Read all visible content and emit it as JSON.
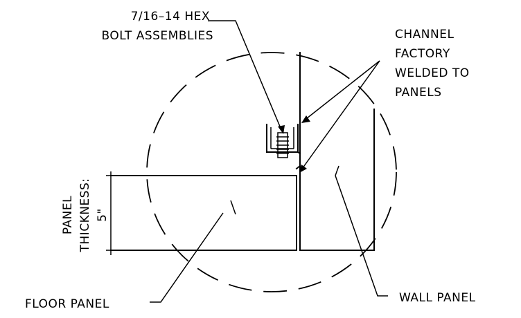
{
  "diagram": {
    "labels": {
      "bolt_line1": "7/16–14 HEX",
      "bolt_line2": "BOLT ASSEMBLIES",
      "channel_line1": "CHANNEL",
      "channel_line2": "FACTORY",
      "channel_line3": "WELDED TO",
      "channel_line4": "PANELS",
      "thickness_line1": "PANEL",
      "thickness_line2": "THICKNESS:",
      "thickness_line3": "5\"",
      "floor_panel": "FLOOR PANEL",
      "wall_panel": "WALL PANEL"
    }
  }
}
